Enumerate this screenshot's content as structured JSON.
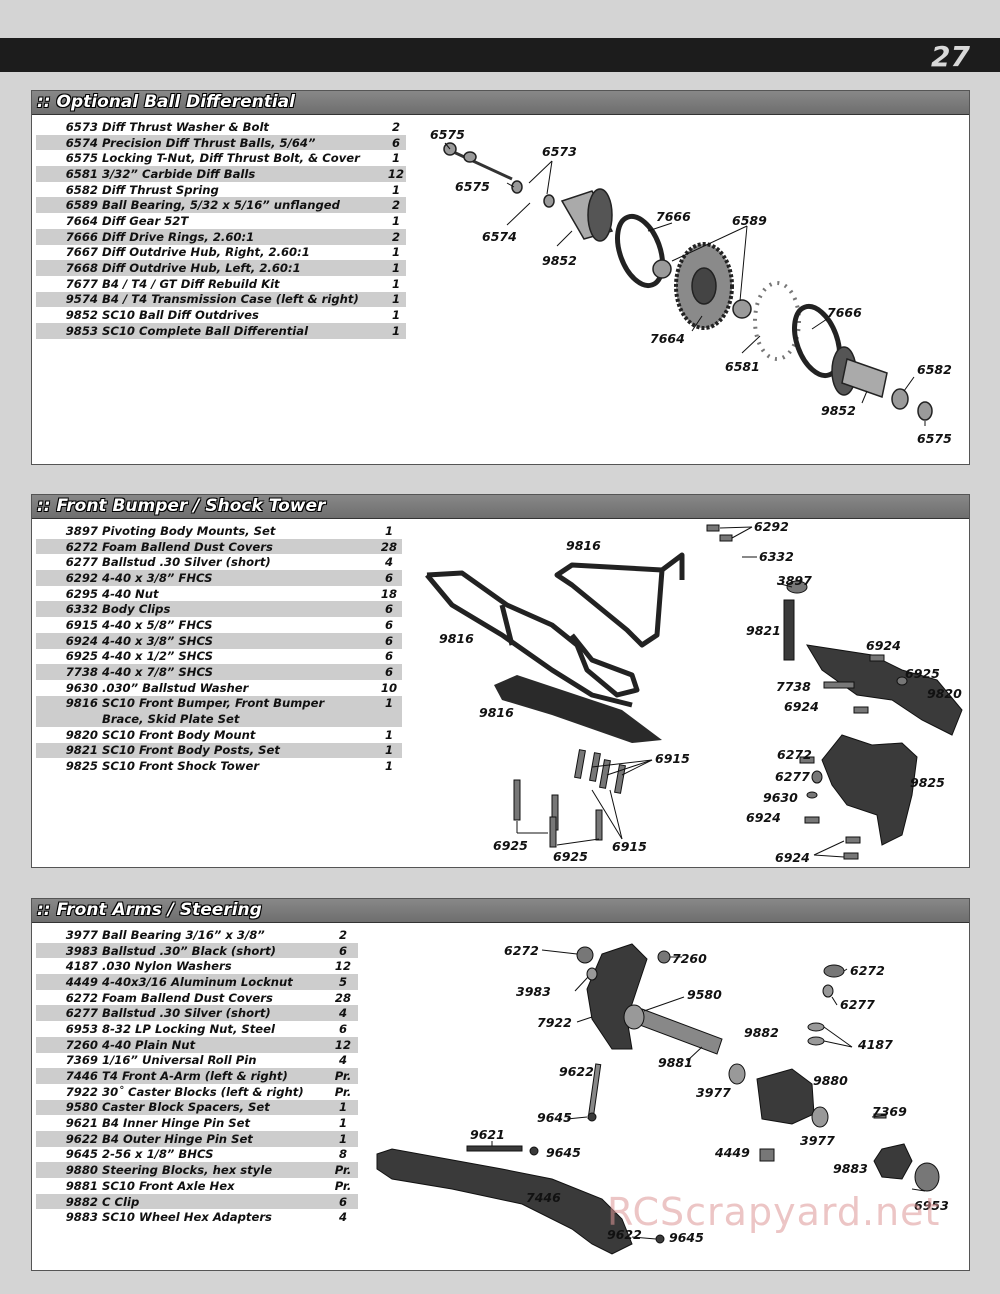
{
  "page_number": "27",
  "watermark": "RCScrapyard.net",
  "sections": [
    {
      "title": ":: Optional Ball Differential",
      "parts": [
        {
          "no": "6573",
          "desc": "Diff Thrust Washer & Bolt",
          "qty": "2"
        },
        {
          "no": "6574",
          "desc": "Precision Diff Thrust Balls, 5/64”",
          "qty": "6"
        },
        {
          "no": "6575",
          "desc": "Locking T-Nut, Diff Thrust Bolt, & Cover",
          "qty": "1"
        },
        {
          "no": "6581",
          "desc": "3/32” Carbide Diff Balls",
          "qty": "12"
        },
        {
          "no": "6582",
          "desc": "Diff Thrust Spring",
          "qty": "1"
        },
        {
          "no": "6589",
          "desc": "Ball Bearing, 5/32 x 5/16” unflanged",
          "qty": "2"
        },
        {
          "no": "7664",
          "desc": "Diff Gear 52T",
          "qty": "1"
        },
        {
          "no": "7666",
          "desc": "Diff Drive Rings, 2.60:1",
          "qty": "2"
        },
        {
          "no": "7667",
          "desc": "Diff Outdrive Hub, Right, 2.60:1",
          "qty": "1"
        },
        {
          "no": "7668",
          "desc": "Diff Outdrive Hub, Left, 2.60:1",
          "qty": "1"
        },
        {
          "no": "7677",
          "desc": "B4 / T4 / GT Diff Rebuild Kit",
          "qty": "1"
        },
        {
          "no": "9574",
          "desc": "B4 / T4 Transmission Case (left & right)",
          "qty": "1"
        },
        {
          "no": "9852",
          "desc": "SC10 Ball Diff Outdrives",
          "qty": "1"
        },
        {
          "no": "9853",
          "desc": "SC10 Complete Ball Differential",
          "qty": "1"
        }
      ],
      "callouts": [
        "6575",
        "6573",
        "6575",
        "6574",
        "9852",
        "7666",
        "6589",
        "7664",
        "6581",
        "7666",
        "6582",
        "9852",
        "6575"
      ]
    },
    {
      "title": ":: Front Bumper / Shock Tower",
      "parts": [
        {
          "no": "3897",
          "desc": "Pivoting Body Mounts, Set",
          "qty": "1"
        },
        {
          "no": "6272",
          "desc": "Foam Ballend Dust Covers",
          "qty": "28"
        },
        {
          "no": "6277",
          "desc": "Ballstud .30 Silver (short)",
          "qty": "4"
        },
        {
          "no": "6292",
          "desc": "4-40 x 3/8” FHCS",
          "qty": "6"
        },
        {
          "no": "6295",
          "desc": "4-40 Nut",
          "qty": "18"
        },
        {
          "no": "6332",
          "desc": "Body Clips",
          "qty": "6"
        },
        {
          "no": "6915",
          "desc": "4-40 x 5/8” FHCS",
          "qty": "6"
        },
        {
          "no": "6924",
          "desc": "4-40 x 3/8” SHCS",
          "qty": "6"
        },
        {
          "no": "6925",
          "desc": "4-40 x 1/2” SHCS",
          "qty": "6"
        },
        {
          "no": "7738",
          "desc": "4-40 x 7/8” SHCS",
          "qty": "6"
        },
        {
          "no": "9630",
          "desc": ".030” Ballstud Washer",
          "qty": "10"
        },
        {
          "no": "9816",
          "desc": "SC10 Front Bumper, Front Bumper",
          "desc2": "Brace, Skid Plate Set",
          "qty": "1"
        },
        {
          "no": "9820",
          "desc": "SC10 Front Body Mount",
          "qty": "1"
        },
        {
          "no": "9821",
          "desc": "SC10 Front Body Posts, Set",
          "qty": "1"
        },
        {
          "no": "9825",
          "desc": "SC10 Front Shock Tower",
          "qty": "1"
        }
      ],
      "callouts": [
        "6292",
        "9816",
        "6332",
        "3897",
        "9821",
        "9816",
        "6924",
        "6925",
        "7738",
        "9820",
        "6924",
        "9816",
        "6915",
        "6272",
        "6277",
        "9825",
        "9630",
        "6924",
        "6925",
        "6925",
        "6915",
        "6924"
      ]
    },
    {
      "title": ":: Front Arms / Steering",
      "parts": [
        {
          "no": "3977",
          "desc": "Ball Bearing 3/16” x 3/8”",
          "qty": "2"
        },
        {
          "no": "3983",
          "desc": "Ballstud .30” Black (short)",
          "qty": "6"
        },
        {
          "no": "4187",
          "desc": ".030 Nylon Washers",
          "qty": "12"
        },
        {
          "no": "4449",
          "desc": "4-40x3/16 Aluminum Locknut",
          "qty": "5"
        },
        {
          "no": "6272",
          "desc": "Foam Ballend Dust Covers",
          "qty": "28"
        },
        {
          "no": "6277",
          "desc": "Ballstud .30 Silver (short)",
          "qty": "4"
        },
        {
          "no": "6953",
          "desc": "8-32 LP Locking Nut, Steel",
          "qty": "6"
        },
        {
          "no": "7260",
          "desc": "4-40 Plain Nut",
          "qty": "12"
        },
        {
          "no": "7369",
          "desc": "1/16” Universal Roll Pin",
          "qty": "4"
        },
        {
          "no": "7446",
          "desc": "T4 Front A-Arm (left & right)",
          "qty": "Pr."
        },
        {
          "no": "7922",
          "desc": "30˚ Caster Blocks (left & right)",
          "qty": "Pr."
        },
        {
          "no": "9580",
          "desc": "Caster Block Spacers, Set",
          "qty": "1"
        },
        {
          "no": "9621",
          "desc": "B4 Inner Hinge Pin Set",
          "qty": "1"
        },
        {
          "no": "9622",
          "desc": "B4 Outer Hinge Pin Set",
          "qty": "1"
        },
        {
          "no": "9645",
          "desc": "2-56 x 1/8” BHCS",
          "qty": "8"
        },
        {
          "no": "9880",
          "desc": "Steering Blocks, hex style",
          "qty": "Pr."
        },
        {
          "no": "9881",
          "desc": "SC10 Front Axle Hex",
          "qty": "Pr."
        },
        {
          "no": "9882",
          "desc": "C Clip",
          "qty": "6"
        },
        {
          "no": "9883",
          "desc": "SC10 Wheel Hex Adapters",
          "qty": "4"
        }
      ],
      "callouts": [
        "6272",
        "7260",
        "6272",
        "3983",
        "9580",
        "6277",
        "7922",
        "9882",
        "4187",
        "9881",
        "9622",
        "3977",
        "9880",
        "9645",
        "7369",
        "3977",
        "9621",
        "9645",
        "4449",
        "9883",
        "7446",
        "6953",
        "9622",
        "9645"
      ]
    }
  ]
}
